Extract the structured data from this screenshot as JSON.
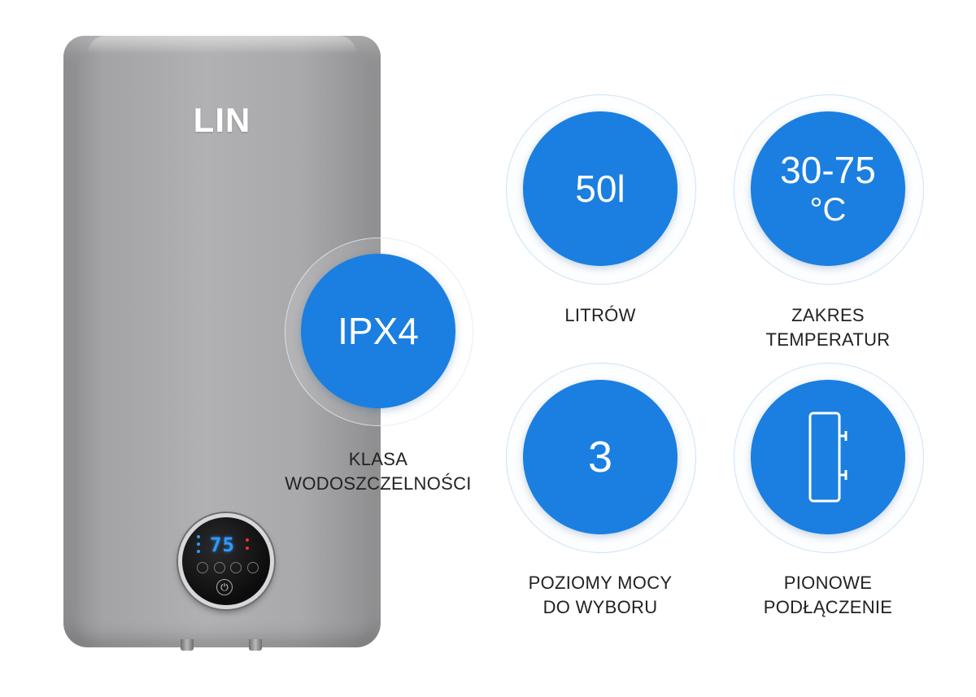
{
  "product": {
    "brand_logo": "LIN",
    "display_reading": "75"
  },
  "features": [
    {
      "id": "ipx4",
      "value": "IPX4",
      "label_lines": [
        "KLASA",
        "WODOSZCZELNOŚCI"
      ]
    },
    {
      "id": "capacity",
      "value": "50l",
      "label_lines": [
        "LITRÓW"
      ]
    },
    {
      "id": "temperature",
      "value": "30-75",
      "unit": "°C",
      "label_lines": [
        "ZAKRES",
        "TEMPERATUR"
      ]
    },
    {
      "id": "power-levels",
      "value": "3",
      "label_lines": [
        "POZIOMY MOCY",
        "DO WYBORU"
      ]
    },
    {
      "id": "vertical-connection",
      "icon": "vertical-tank-icon",
      "label_lines": [
        "PIONOWE",
        "PODŁĄCZENIE"
      ]
    }
  ],
  "colors": {
    "accent_blue": "#1a7fe0",
    "heater_gray": "#a9a9ab",
    "label_text": "#222222"
  }
}
